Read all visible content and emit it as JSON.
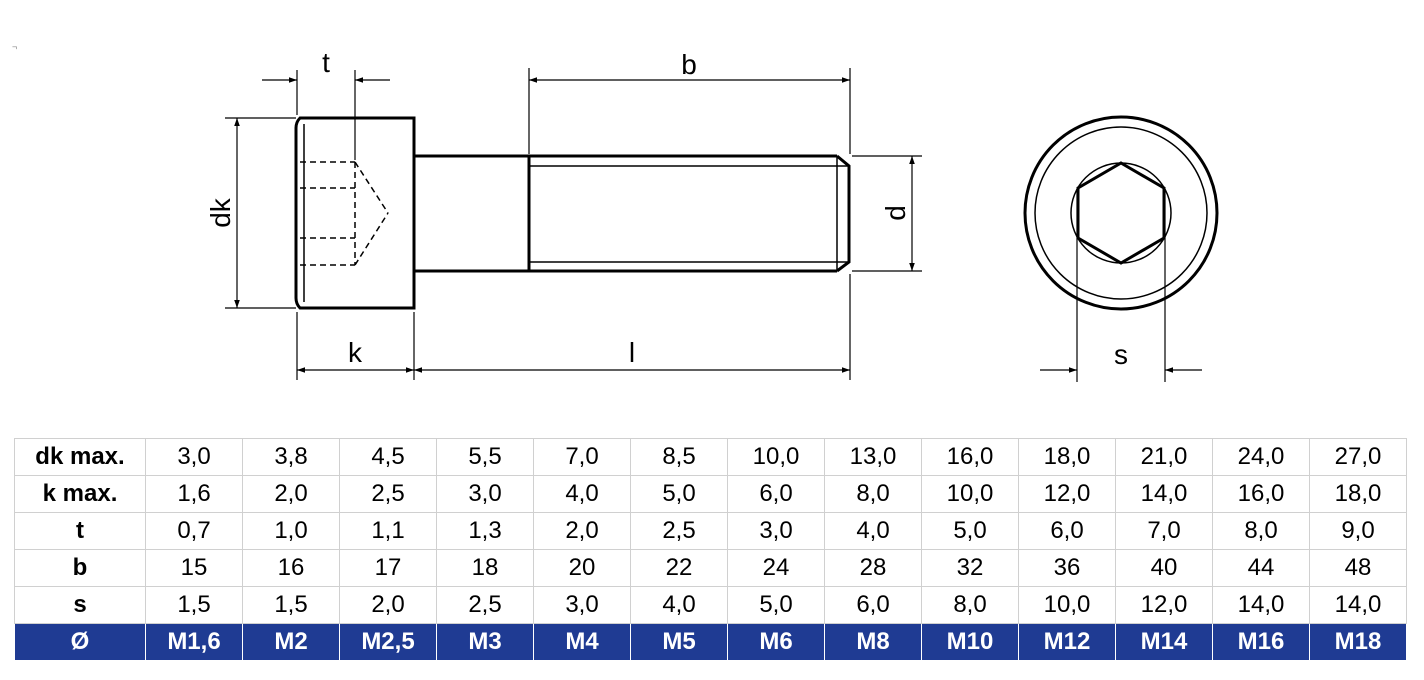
{
  "drawing": {
    "labels": {
      "t": "t",
      "b": "b",
      "dk": "dk",
      "d": "d",
      "k": "k",
      "l": "l",
      "s": "s"
    },
    "line_color": "#000000"
  },
  "table": {
    "header_color": "#1f3b93",
    "rows": [
      {
        "label": "dk max.",
        "values": [
          "3,0",
          "3,8",
          "4,5",
          "5,5",
          "7,0",
          "8,5",
          "10,0",
          "13,0",
          "16,0",
          "18,0",
          "21,0",
          "24,0",
          "27,0"
        ]
      },
      {
        "label": "k max.",
        "values": [
          "1,6",
          "2,0",
          "2,5",
          "3,0",
          "4,0",
          "5,0",
          "6,0",
          "8,0",
          "10,0",
          "12,0",
          "14,0",
          "16,0",
          "18,0"
        ]
      },
      {
        "label": "t",
        "values": [
          "0,7",
          "1,0",
          "1,1",
          "1,3",
          "2,0",
          "2,5",
          "3,0",
          "4,0",
          "5,0",
          "6,0",
          "7,0",
          "8,0",
          "9,0"
        ]
      },
      {
        "label": "b",
        "values": [
          "15",
          "16",
          "17",
          "18",
          "20",
          "22",
          "24",
          "28",
          "32",
          "36",
          "40",
          "44",
          "48"
        ]
      },
      {
        "label": "s",
        "values": [
          "1,5",
          "1,5",
          "2,0",
          "2,5",
          "3,0",
          "4,0",
          "5,0",
          "6,0",
          "8,0",
          "10,0",
          "12,0",
          "14,0",
          "14,0"
        ]
      }
    ],
    "size_row": {
      "label": "Ø",
      "values": [
        "M1,6",
        "M2",
        "M2,5",
        "M3",
        "M4",
        "M5",
        "M6",
        "M8",
        "M10",
        "M12",
        "M14",
        "M16",
        "M18"
      ]
    }
  }
}
